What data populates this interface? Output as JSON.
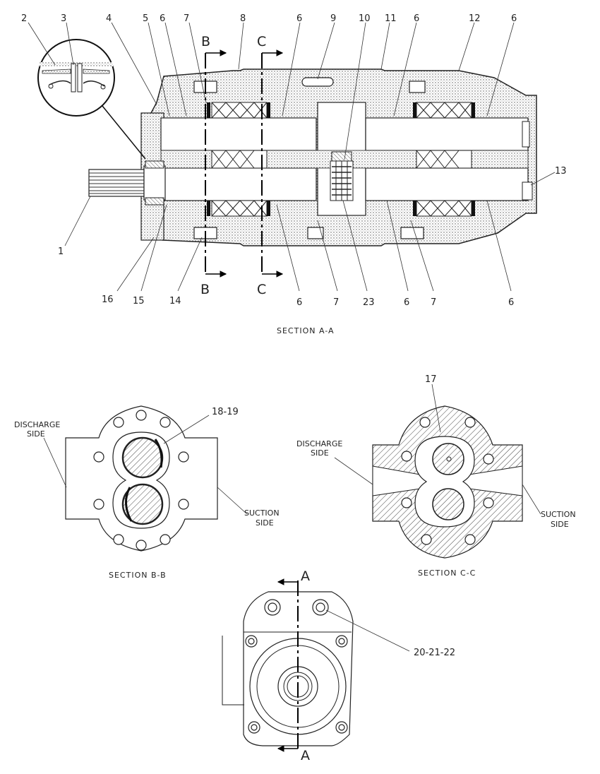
{
  "callouts": {
    "c1": "1",
    "c2": "2",
    "c3": "3",
    "c4": "4",
    "c5": "5",
    "c6a": "6",
    "c6b": "6",
    "c6c": "6",
    "c6d": "6",
    "c6e": "6",
    "c6f": "6",
    "c6g": "6",
    "c7a": "7",
    "c7b": "7",
    "c7c": "7",
    "c8": "8",
    "c9": "9",
    "c10": "10",
    "c11": "11",
    "c12": "12",
    "c13": "13",
    "c14": "14",
    "c15": "15",
    "c16": "16",
    "c17": "17",
    "c1819": "18-19",
    "c202122": "20-21-22",
    "c23": "23"
  },
  "section_marks": {
    "b_top": "B",
    "b_bottom": "B",
    "c_top": "C",
    "c_bottom": "C",
    "a_top": "A",
    "a_bottom": "A"
  },
  "captions": {
    "section_aa": "SECTION A-A",
    "section_bb": "SECTION B-B",
    "section_cc": "SECTION C-C"
  },
  "side_labels": {
    "bb_discharge_1": "DISCHARGE",
    "bb_discharge_2": "SIDE",
    "bb_suction_1": "SUCTION",
    "bb_suction_2": "SIDE",
    "cc_discharge_1": "DISCHARGE",
    "cc_discharge_2": "SIDE",
    "cc_suction_1": "SUCTION",
    "cc_suction_2": "SIDE"
  }
}
